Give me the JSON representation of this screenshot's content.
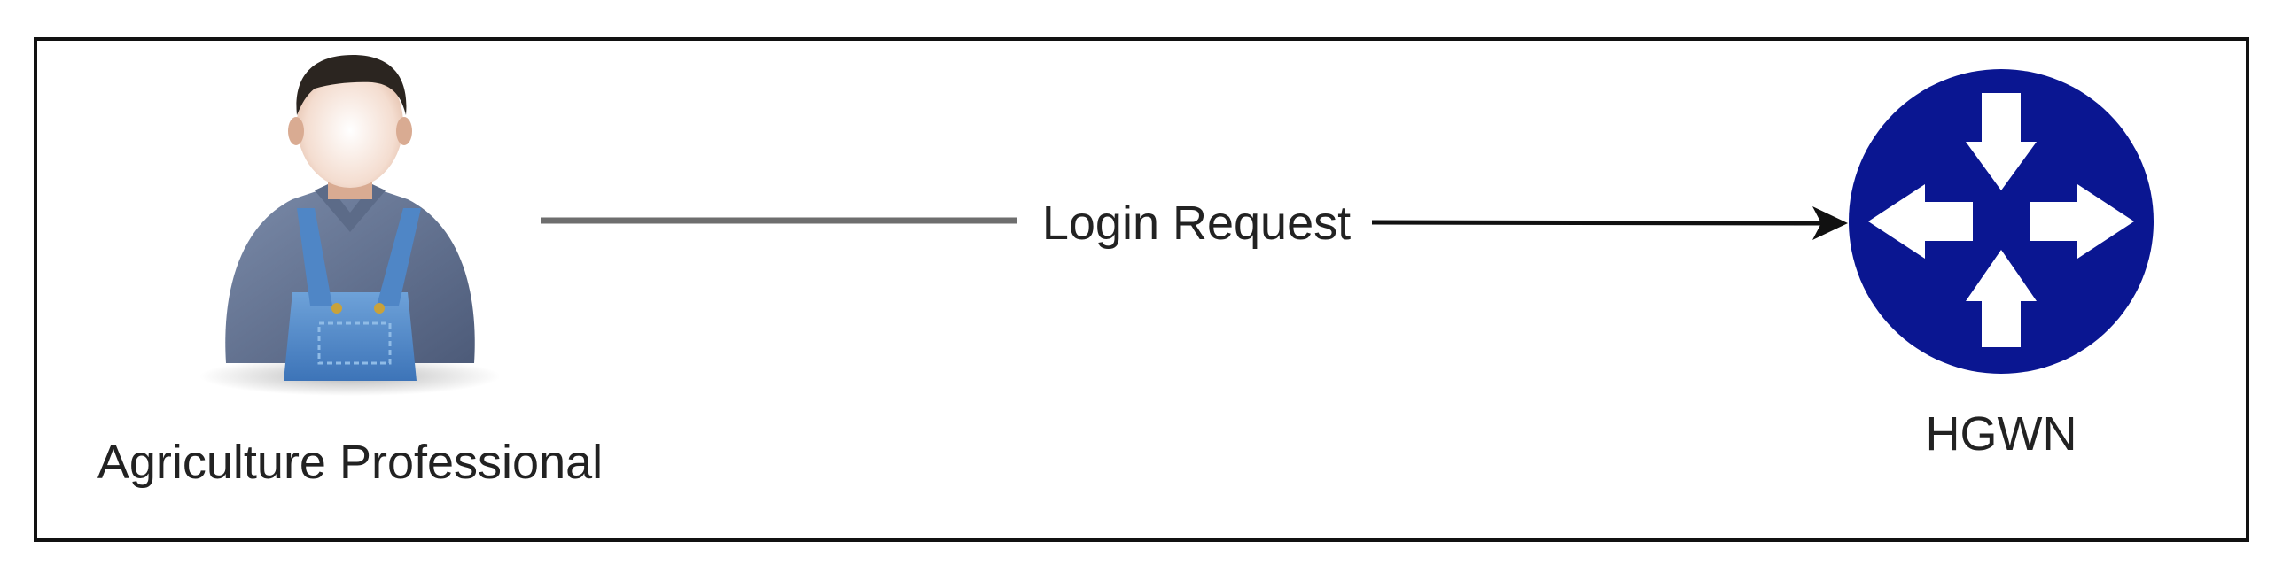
{
  "nodes": {
    "user": {
      "label": "Agriculture Professional",
      "icon": "farmer-icon"
    },
    "router": {
      "label": "HGWN",
      "icon": "router-icon"
    }
  },
  "edge": {
    "label": "Login Request"
  },
  "colors": {
    "router_fill": "#0a1691",
    "edge_line": "#666666",
    "arrow_head": "#111111",
    "frame": "#111111"
  }
}
